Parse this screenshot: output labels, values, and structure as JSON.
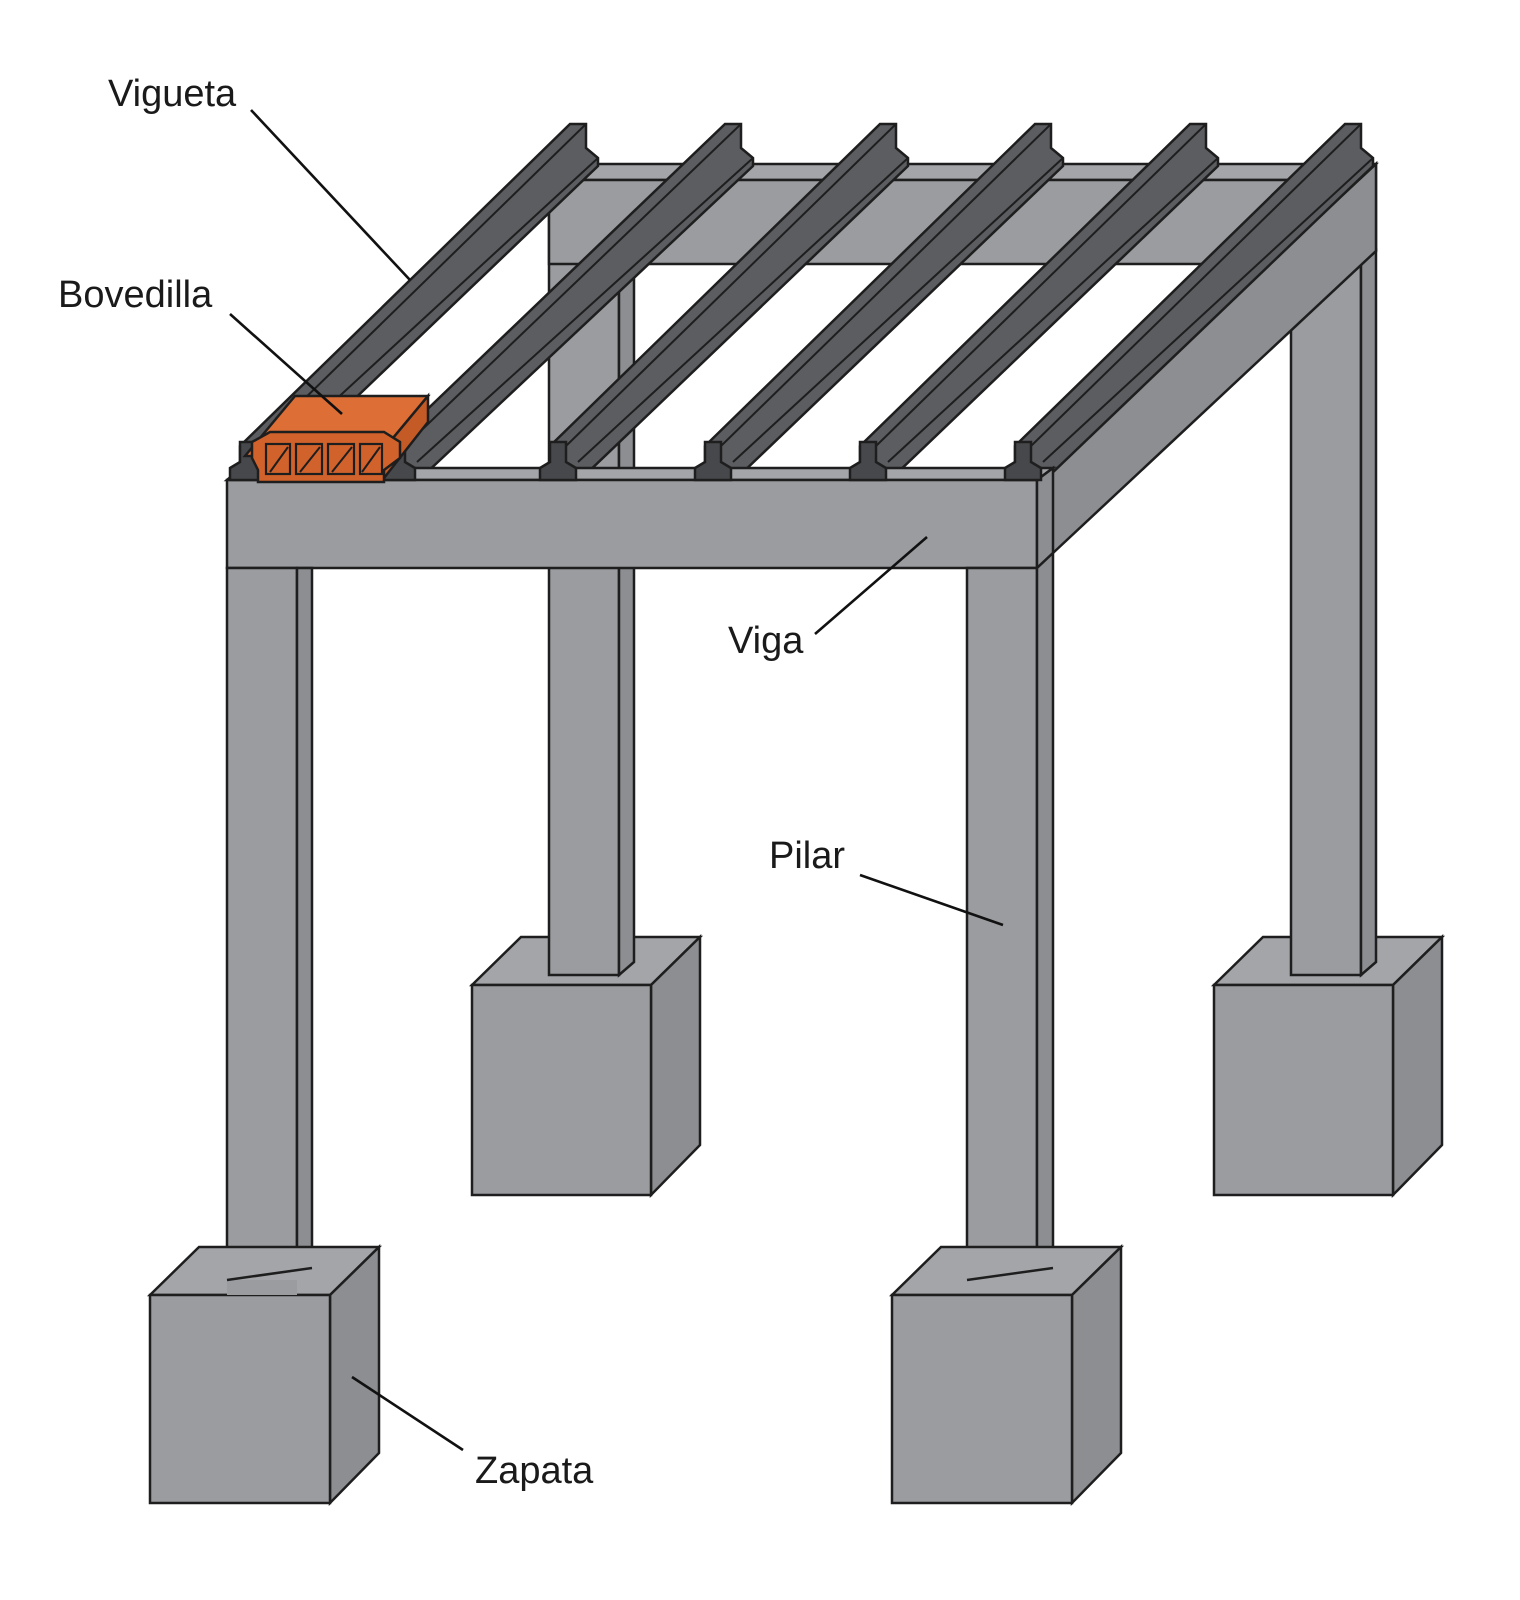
{
  "labels": {
    "vigueta": "Vigueta",
    "bovedilla": "Bovedilla",
    "viga": "Viga",
    "pilar": "Pilar",
    "zapata": "Zapata"
  },
  "colors": {
    "concrete": "#9a9ca0",
    "concrete_side": "#8c8e92",
    "joist": "#5b5d61",
    "joist_dark": "#46484c",
    "outline": "#1e1e1e",
    "bovedilla": "#d2622b",
    "bovedilla_top": "#dc6e36",
    "background": "#ffffff"
  },
  "structure": {
    "joist_count": 6,
    "pillar_count": 4,
    "footing_count": 4
  }
}
